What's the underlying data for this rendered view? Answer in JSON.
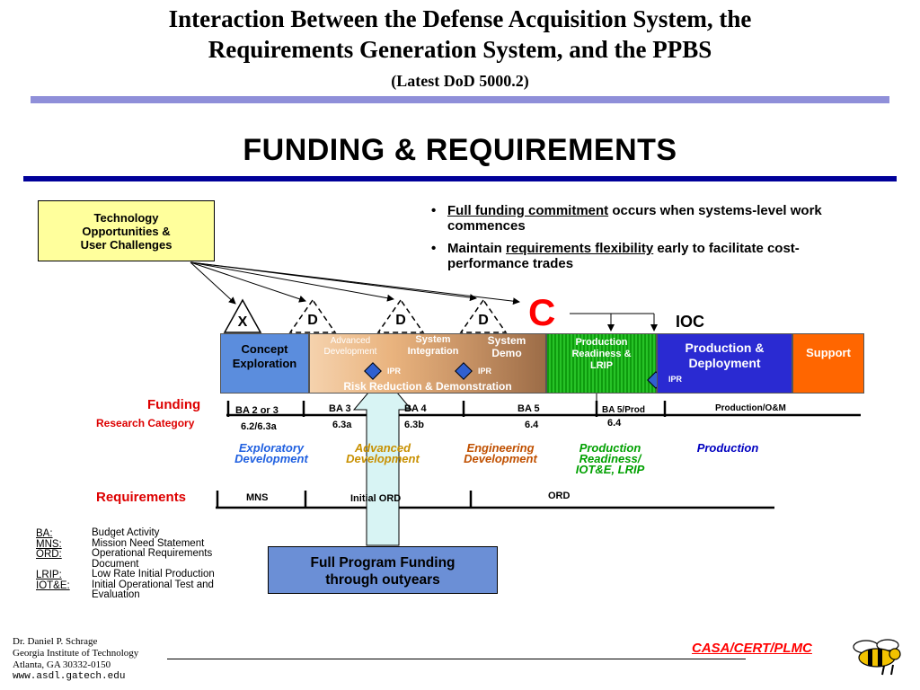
{
  "header": {
    "title_line1": "Interaction Between the Defense Acquisition System, the",
    "title_line2": "Requirements Generation System, and the PPBS",
    "subtitle": "(Latest DoD 5000.2)"
  },
  "main_title": "FUNDING & REQUIREMENTS",
  "tech_box": {
    "line1": "Technology",
    "line2": "Opportunities &",
    "line3": "User Challenges"
  },
  "bullets": [
    {
      "underlined": "Full funding commitment",
      "rest": " occurs when systems-level work commences"
    },
    {
      "prefix": "Maintain ",
      "underlined": "requirements flexibility",
      "rest": " early to facilitate cost-performance trades"
    }
  ],
  "milestones": {
    "x": "X",
    "d1": "D",
    "d2": "D",
    "d3": "D",
    "c": "C",
    "ioc": "IOC"
  },
  "phases": {
    "concept_line1": "Concept",
    "concept_line2": "Exploration",
    "adv_dev_line1": "Advanced",
    "adv_dev_line2": "Development",
    "sys_int_line1": "System",
    "sys_int_line2": "Integration",
    "sys_demo_line1": "System",
    "sys_demo_line2": "Demo",
    "risk_reduction": "Risk Reduction & Demonstration",
    "prod_ready_line1": "Production",
    "prod_ready_line2": "Readiness &",
    "prod_ready_line3": "LRIP",
    "prod_deploy_line1": "Production &",
    "prod_deploy_line2": "Deployment",
    "support": "Support",
    "ipr": "IPR"
  },
  "funding": {
    "label": "Funding",
    "research_label": "Research Category",
    "ba": [
      "BA 2 or 3",
      "BA 3",
      "BA 4",
      "BA 5",
      "BA 5/Prod",
      "Production/O&M"
    ],
    "codes": [
      "6.2/6.3a",
      "6.3a",
      "6.3b",
      "6.4",
      "6.4"
    ]
  },
  "categories": {
    "exploratory_line1": "Exploratory",
    "exploratory_line2": "Development",
    "advanced_line1": "Advanced",
    "advanced_line2": "Development",
    "engineering_line1": "Engineering",
    "engineering_line2": "Development",
    "prod_ready_line1": "Production",
    "prod_ready_line2": "Readiness/",
    "prod_ready_line3": "IOT&E, LRIP",
    "production": "Production"
  },
  "colors": {
    "exploratory": "#2060e0",
    "advanced": "#c89000",
    "engineering": "#c05000",
    "prod_ready": "#00a000",
    "production": "#0000c0"
  },
  "requirements": {
    "label": "Requirements",
    "mns": "MNS",
    "initial_ord": "Initial ORD",
    "ord": "ORD"
  },
  "legend": [
    {
      "key": "BA:",
      "value": "Budget Activity"
    },
    {
      "key": "MNS:",
      "value": "Mission Need Statement"
    },
    {
      "key": "ORD:",
      "value": "Operational Requirements Document"
    },
    {
      "key": "LRIP:",
      "value": "Low Rate Initial Production"
    },
    {
      "key": "IOT&E:",
      "value": "Initial Operational Test and Evaluation"
    }
  ],
  "full_funding_box": {
    "line1": "Full Program Funding",
    "line2": "through outyears"
  },
  "footer": {
    "line1": "Dr. Daniel P. Schrage",
    "line2": "Georgia Institute of Technology",
    "line3": "Atlanta, GA  30332-0150",
    "line4": "www.asdl.gatech.edu",
    "brand": "CASA/CERT/PLMC"
  }
}
